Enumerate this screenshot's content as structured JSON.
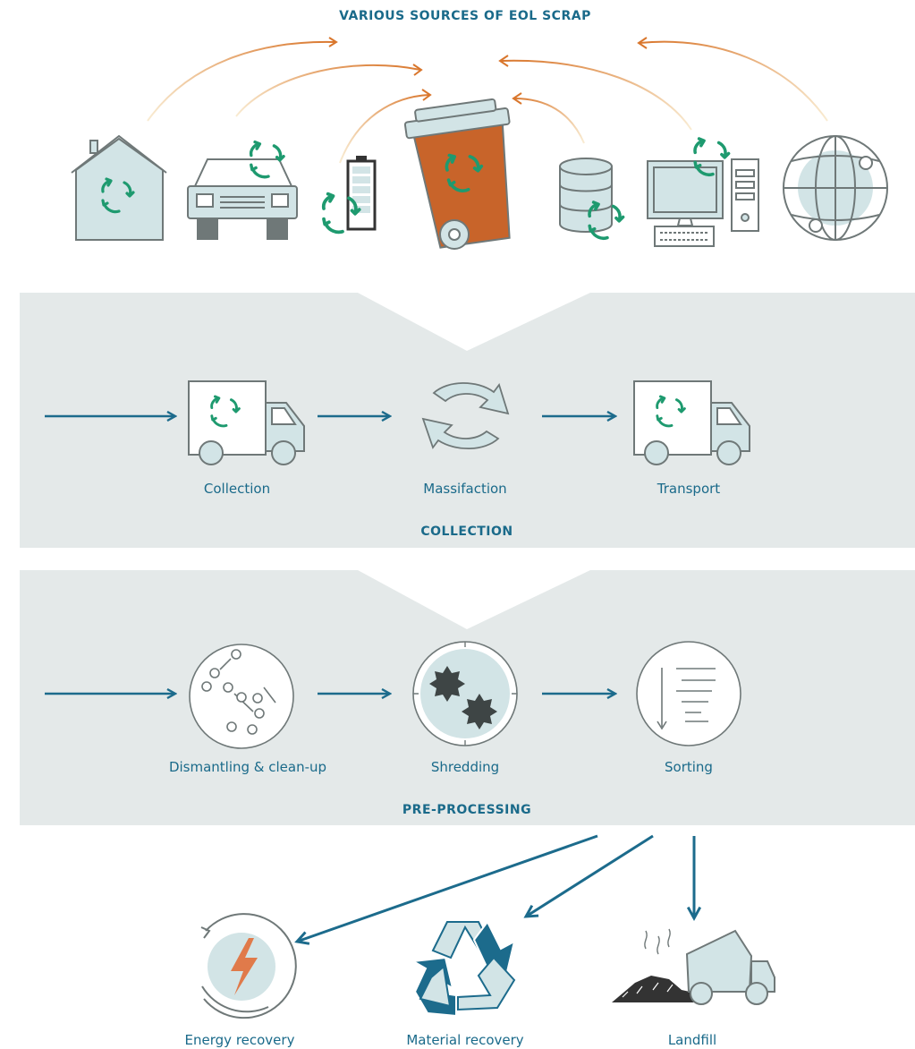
{
  "sources": {
    "title": "VARIOUS SOURCES OF EOL SCRAP",
    "icons": [
      "house-icon",
      "car-icon",
      "battery-icon",
      "wheelie-bin-icon",
      "database-icon",
      "computer-icon",
      "globe-icon"
    ]
  },
  "collection": {
    "title": "COLLECTION",
    "steps": [
      {
        "label": "Collection",
        "icon": "truck-icon"
      },
      {
        "label": "Massifaction",
        "icon": "cycle-arrows-icon"
      },
      {
        "label": "Transport",
        "icon": "truck-icon"
      }
    ]
  },
  "preprocessing": {
    "title": "PRE-PROCESSING",
    "steps": [
      {
        "label": "Dismantling & clean-up",
        "icon": "parts-icon"
      },
      {
        "label": "Shredding",
        "icon": "shredder-icon"
      },
      {
        "label": "Sorting",
        "icon": "sorting-icon"
      }
    ]
  },
  "outcomes": [
    {
      "label": "Energy recovery",
      "icon": "lightning-icon"
    },
    {
      "label": "Material recovery",
      "icon": "recycle-icon"
    },
    {
      "label": "Landfill",
      "icon": "dump-truck-icon"
    }
  ],
  "colors": {
    "teal_text": "#1a6a8a",
    "panel": "#e4e9e9",
    "icon_fill": "#d2e4e6",
    "icon_stroke": "#6f7878",
    "recycle_green": "#1e9a6f",
    "bin_orange": "#c8642a",
    "arc_orange": "#d9762c",
    "arrow_blue": "#1c6b8c"
  }
}
